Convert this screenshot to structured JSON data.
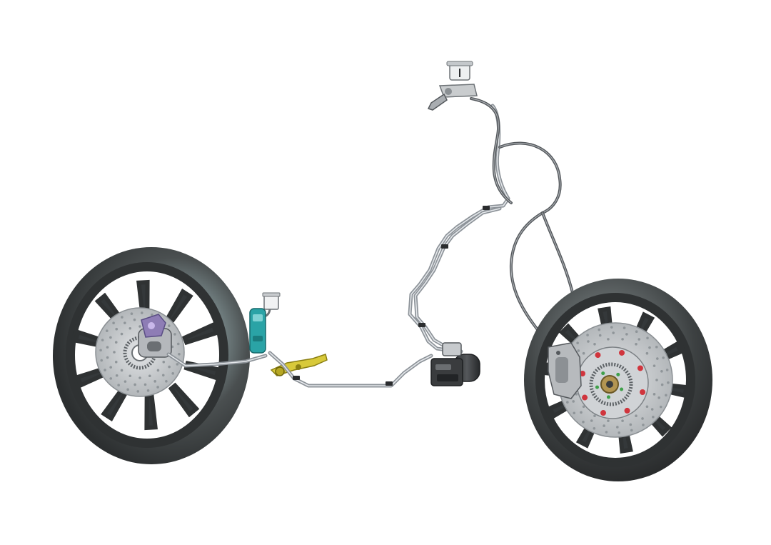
{
  "diagram": {
    "type": "motorcycle brake system 3D render",
    "background": "#ffffff",
    "components": [
      {
        "name": "rear-wheel",
        "icon": "wheel-icon"
      },
      {
        "name": "rear-brake-disc",
        "icon": "disc-icon"
      },
      {
        "name": "rear-brake-caliper",
        "icon": "caliper-icon"
      },
      {
        "name": "rear-abs-tone-ring",
        "icon": "tone-ring-icon"
      },
      {
        "name": "rear-master-cylinder",
        "icon": "cylinder-icon"
      },
      {
        "name": "rear-reservoir",
        "icon": "reservoir-icon"
      },
      {
        "name": "rear-brake-pedal",
        "icon": "pedal-icon"
      },
      {
        "name": "abs-modulator",
        "icon": "abs-unit-icon"
      },
      {
        "name": "front-master-cylinder",
        "icon": "cylinder-icon"
      },
      {
        "name": "front-reservoir",
        "icon": "reservoir-icon"
      },
      {
        "name": "brake-lever",
        "icon": "lever-icon"
      },
      {
        "name": "front-wheel",
        "icon": "wheel-icon"
      },
      {
        "name": "front-brake-disc",
        "icon": "disc-icon"
      },
      {
        "name": "front-brake-caliper",
        "icon": "caliper-icon"
      },
      {
        "name": "brake-lines",
        "icon": "pipe-icon"
      }
    ],
    "colors": {
      "tire": "#3a3d3d",
      "tire_highlight": "#cfe3e5",
      "rim": "#2f3233",
      "disc": "#c9ccce",
      "steel_line": "#8d9399",
      "rubber_hose": "#55595d",
      "rear_caliper": "#8e7db5",
      "rear_master_cylinder": "#2aa3a6",
      "pedal": "#d8c93a",
      "disc_carrier_bolts": "#d0353d",
      "hub_bolts": "#3fa04a",
      "abs_unit": "#3a3c3e"
    }
  }
}
